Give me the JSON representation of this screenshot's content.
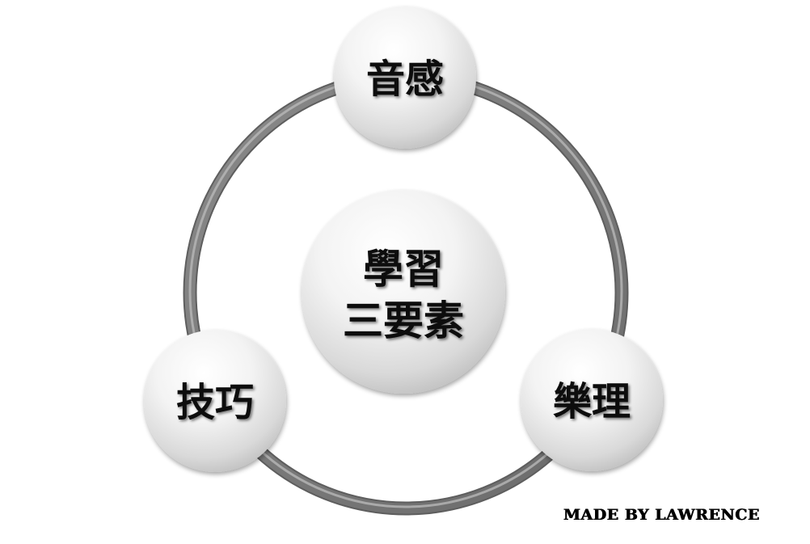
{
  "diagram": {
    "center": {
      "line1": "學習",
      "line2": "三要素"
    },
    "nodes": {
      "top": "音感",
      "left": "技巧",
      "right": "樂理"
    },
    "credit": "MADE BY LAWRENCE",
    "colors": {
      "ring_dark": "#6f6f6f",
      "ring_light": "#c9c9c9",
      "circle_light": "#ffffff",
      "circle_dark": "#c4c4c4",
      "text": "#0d0d0d"
    }
  }
}
